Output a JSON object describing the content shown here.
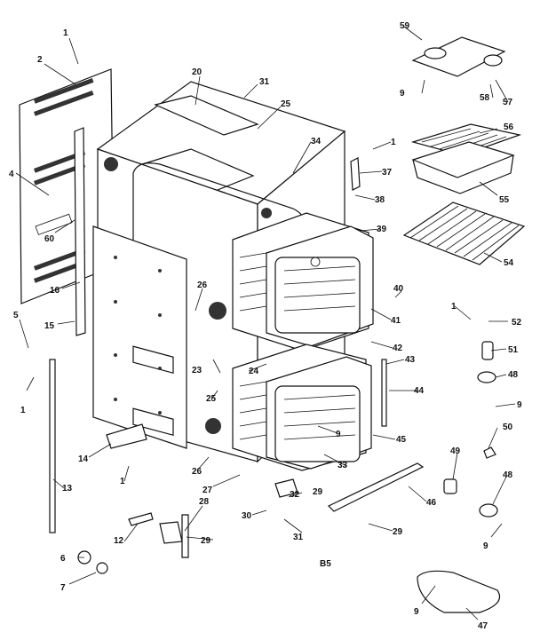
{
  "diagram": {
    "labels": [
      "1",
      "2",
      "4",
      "60",
      "16",
      "15",
      "5",
      "1",
      "13",
      "14",
      "1",
      "12",
      "28",
      "29",
      "6",
      "7",
      "20",
      "31",
      "25",
      "34",
      "26",
      "23",
      "25",
      "26",
      "27",
      "30",
      "31",
      "32",
      "24",
      "29",
      "33",
      "9",
      "1",
      "37",
      "38",
      "39",
      "40",
      "41",
      "42",
      "43",
      "44",
      "45",
      "46",
      "29",
      "59",
      "9",
      "58",
      "57",
      "56",
      "55",
      "54",
      "1",
      "52",
      "51",
      "48",
      "9",
      "50",
      "49",
      "48",
      "9",
      "9",
      "47"
    ],
    "footer_code": "B5"
  }
}
